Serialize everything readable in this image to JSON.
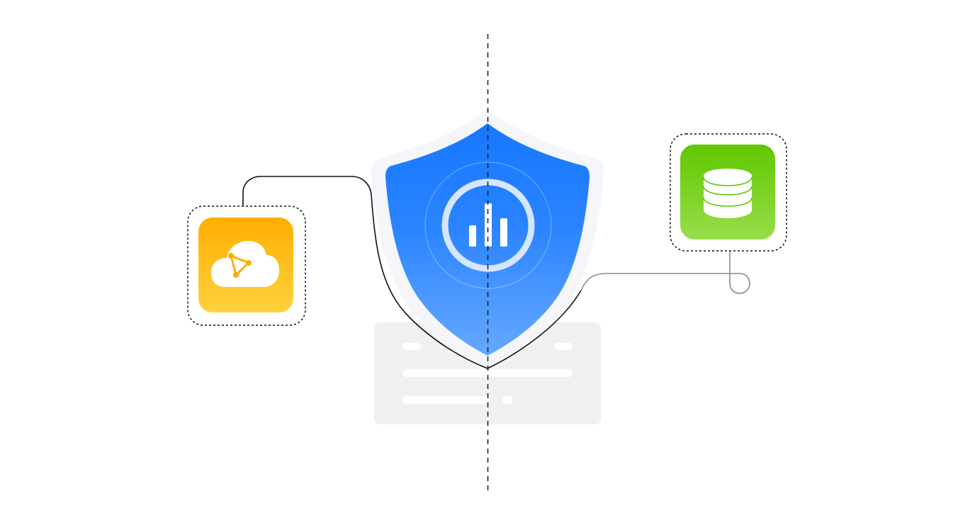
{
  "diagram": {
    "nodes": [
      {
        "id": "cloud",
        "icon": "cloud-network-icon",
        "tile_color_top": "#FFAE00",
        "tile_color_bottom": "#FFD23F"
      },
      {
        "id": "shield",
        "icon": "shield-analytics-icon",
        "color_top": "#1677FF",
        "color_bottom": "#66A8FF"
      },
      {
        "id": "database",
        "icon": "database-icon",
        "tile_color_top": "#61C700",
        "tile_color_bottom": "#97DE4A"
      },
      {
        "id": "document",
        "icon": "document-card-icon",
        "color": "#F0F0F0"
      }
    ],
    "connections": [
      {
        "from": "cloud",
        "to": "shield"
      },
      {
        "from": "database",
        "to": "shield"
      }
    ],
    "colors": {
      "connector_dark": "#111111",
      "connector_gray": "#8A8A8A",
      "guide_line": "#222222"
    }
  }
}
